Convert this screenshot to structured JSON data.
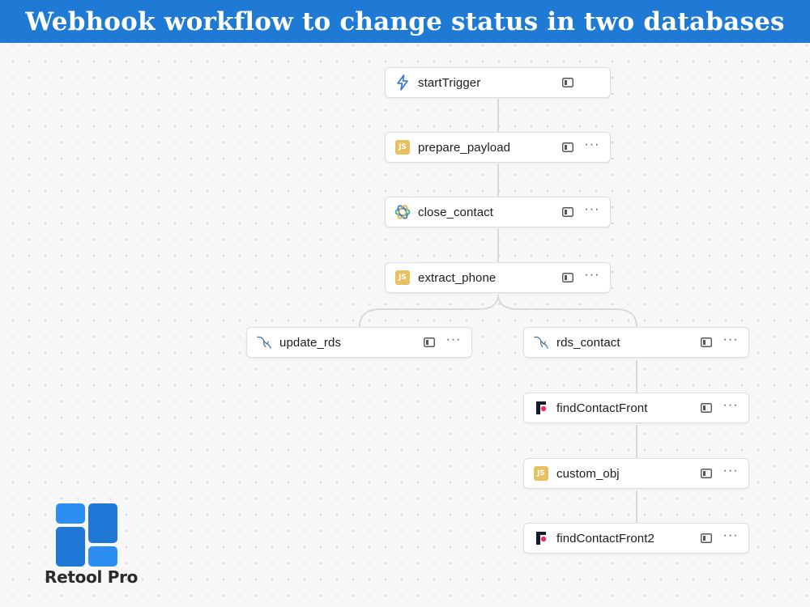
{
  "banner": {
    "title": "Webhook workflow to change status in two databases"
  },
  "workflow": {
    "nodes": [
      {
        "id": "startTrigger",
        "label": "startTrigger",
        "icon": "lightning-icon",
        "has_more_menu": false
      },
      {
        "id": "prepare_payload",
        "label": "prepare_payload",
        "icon": "javascript-icon",
        "has_more_menu": true
      },
      {
        "id": "close_contact",
        "label": "close_contact",
        "icon": "close-crm-icon",
        "has_more_menu": true
      },
      {
        "id": "extract_phone",
        "label": "extract_phone",
        "icon": "javascript-icon",
        "has_more_menu": true
      },
      {
        "id": "update_rds",
        "label": "update_rds",
        "icon": "mysql-icon",
        "has_more_menu": true
      },
      {
        "id": "rds_contact",
        "label": "rds_contact",
        "icon": "mysql-icon",
        "has_more_menu": true
      },
      {
        "id": "findContactFront",
        "label": "findContactFront",
        "icon": "front-app-icon",
        "has_more_menu": true
      },
      {
        "id": "custom_obj",
        "label": "custom_obj",
        "icon": "javascript-icon",
        "has_more_menu": true
      },
      {
        "id": "findContactFront2",
        "label": "findContactFront2",
        "icon": "front-app-icon",
        "has_more_menu": true
      }
    ],
    "js_badge_text": "JS",
    "more_menu_glyph": "···"
  },
  "brand": {
    "name": "Retool Pro",
    "colors": {
      "banner": "#1f7ad6",
      "logo": "#2b8ef0",
      "js": "#e8c15e",
      "front": "#e8325a"
    }
  }
}
